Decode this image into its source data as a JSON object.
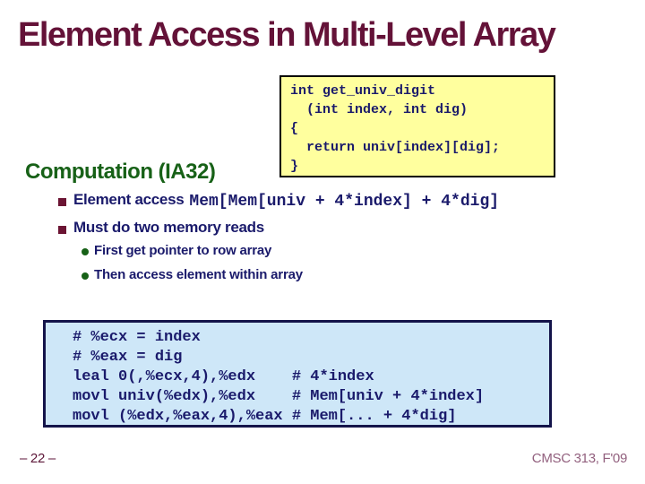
{
  "title": "Element Access in Multi-Level Array",
  "section_heading": "Computation (IA32)",
  "c_code": {
    "lines": [
      "int get_univ_digit",
      "  (int index, int dig)",
      "{",
      "  return univ[index][dig];",
      "}"
    ]
  },
  "bullets": {
    "b1_label": "Element access",
    "b1_code": "Mem[Mem[univ + 4*index] + 4*dig]",
    "b2_label": "Must do two memory reads",
    "sub1": "First get pointer to row array",
    "sub2": "Then access element within array"
  },
  "asm_code": {
    "lines": [
      "# %ecx = index",
      "# %eax = dig",
      "leal 0(,%ecx,4),%edx    # 4*index",
      "movl univ(%edx),%edx    # Mem[univ + 4*index]",
      "movl (%edx,%eax,4),%eax # Mem[... + 4*dig]"
    ]
  },
  "footer": {
    "page_number": "– 22 –",
    "course": "CMSC 313, F'09"
  },
  "colors": {
    "title_text": "#641238",
    "section_heading": "#176117",
    "body_text": "#1A1A6B",
    "bullet_square": "#6B1433",
    "bullet_dot": "#176117",
    "c_box_bg": "#FFFF9E",
    "c_box_border": "#000000",
    "asm_box_bg": "#CEE7F8",
    "asm_box_border": "#14144A",
    "footer_page": "#5C1638",
    "footer_course": "#92607E"
  }
}
